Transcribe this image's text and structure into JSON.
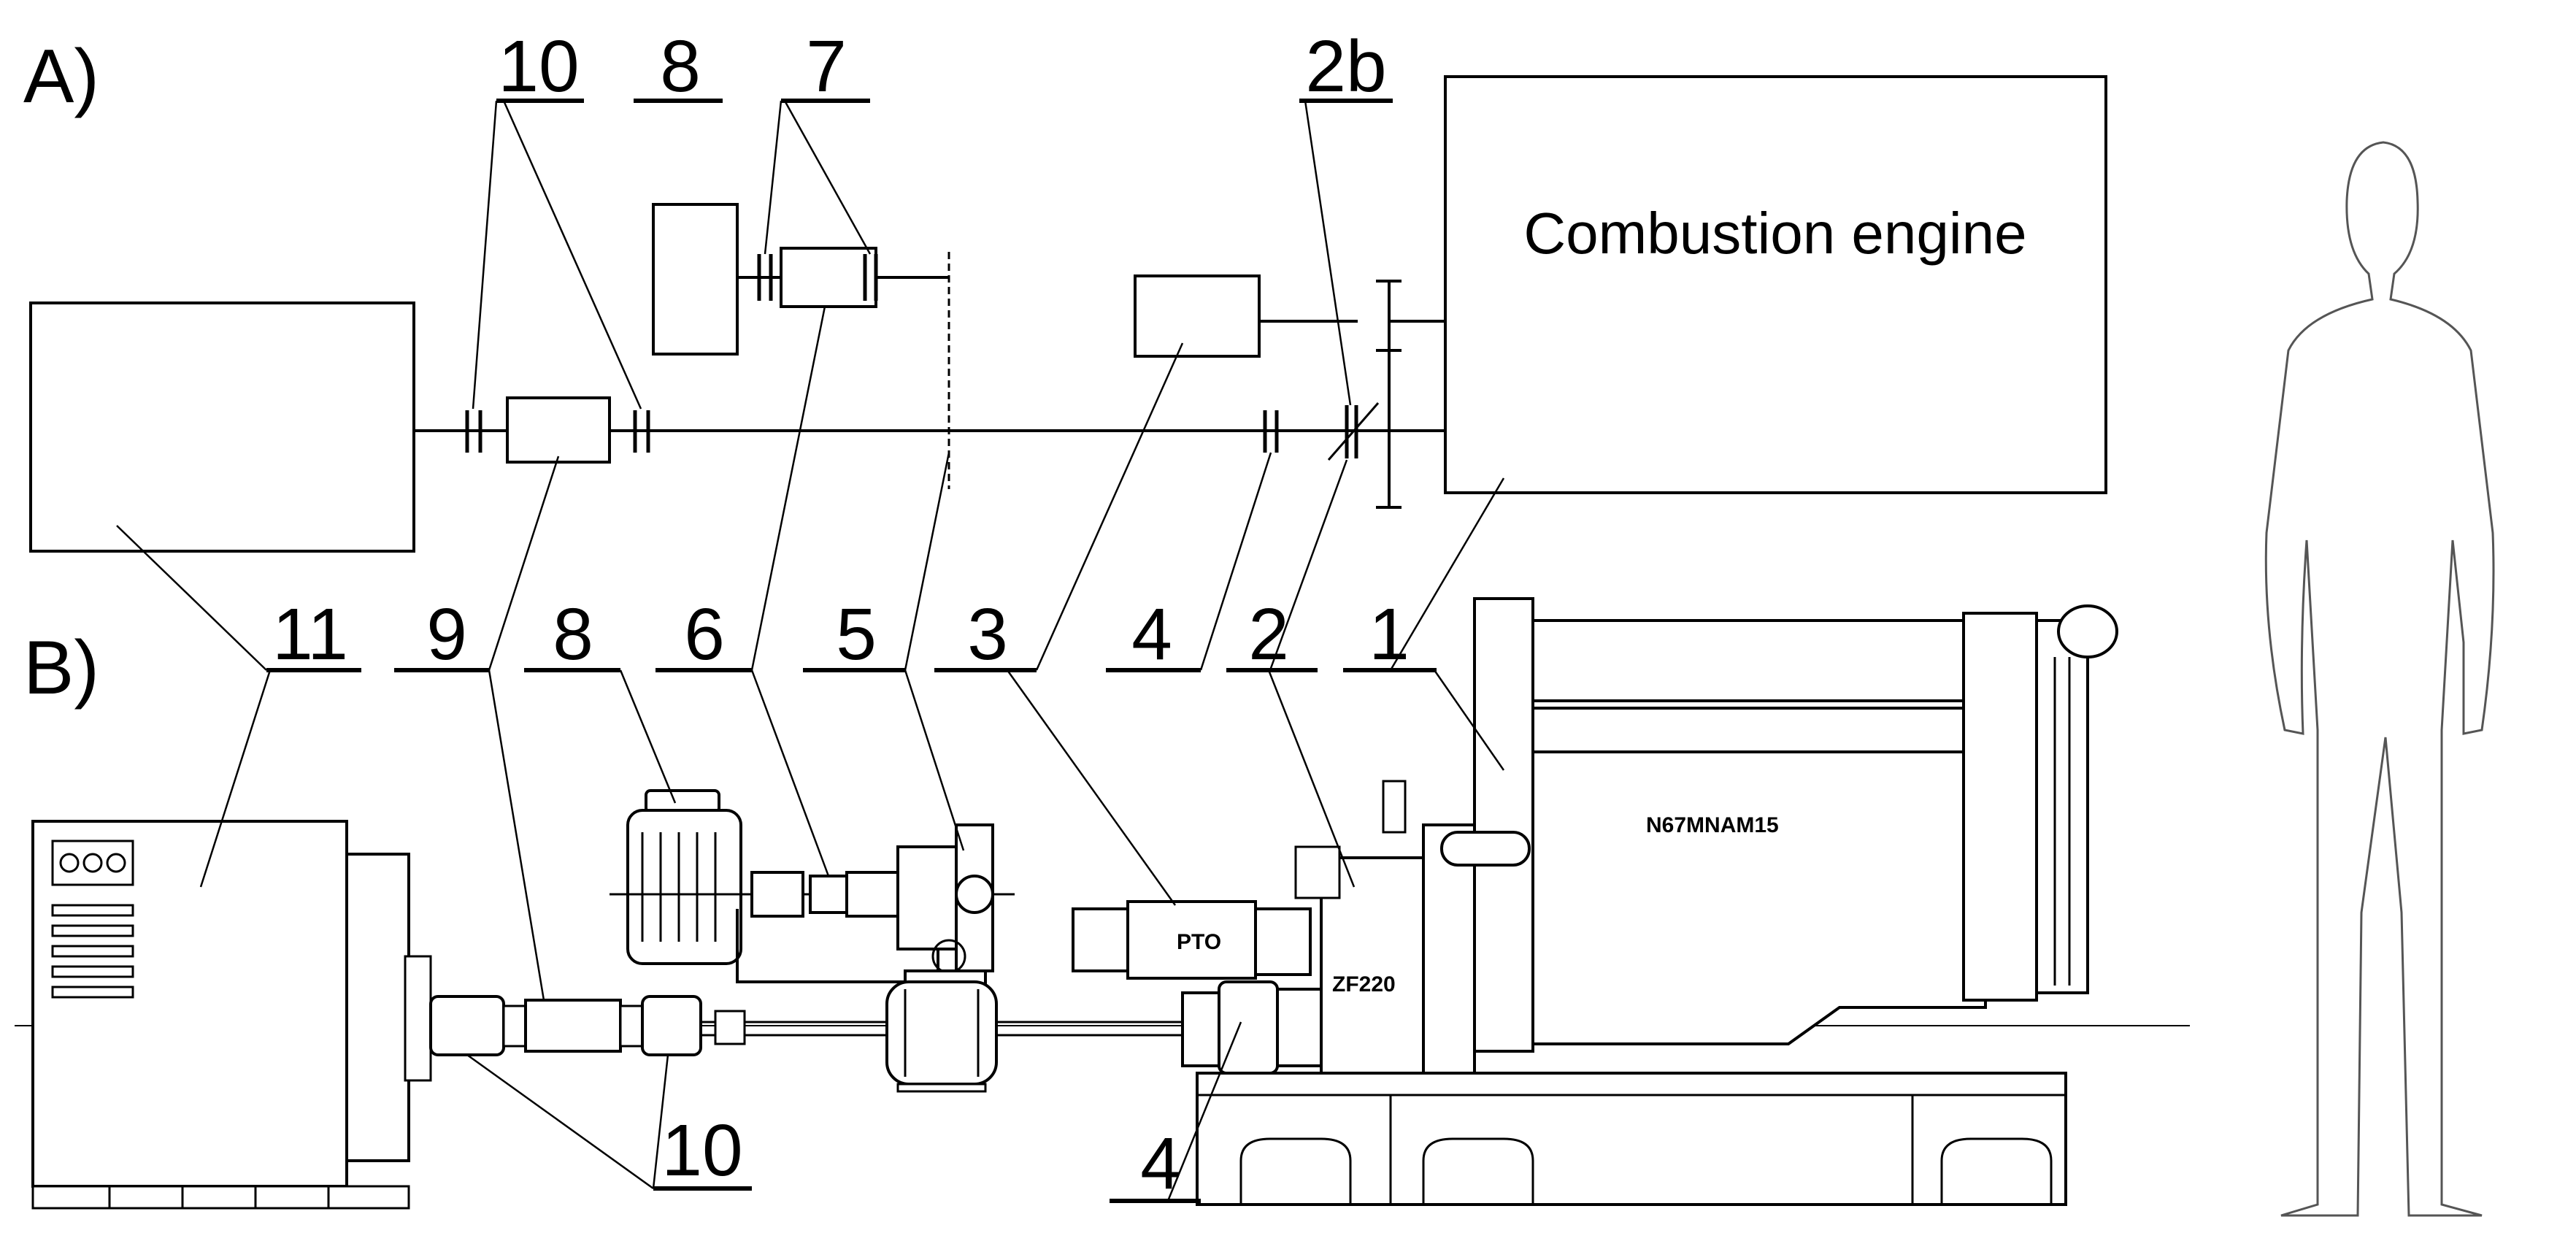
{
  "sections": {
    "a": "A)",
    "b": "B)"
  },
  "labels_a": {
    "n10": "10",
    "n8": "8",
    "n7": "7",
    "n2b": "2b",
    "engine": "Combustion engine"
  },
  "labels_b": {
    "n11": "11",
    "n9": "9",
    "n8": "8",
    "n6": "6",
    "n5": "5",
    "n3": "3",
    "n4": "4",
    "n2": "2",
    "n1": "1",
    "n10": "10",
    "n4b": "4"
  },
  "markings": {
    "pto": "PTO",
    "gearbox": "ZF220",
    "engine_model": "N67MNAM15"
  }
}
